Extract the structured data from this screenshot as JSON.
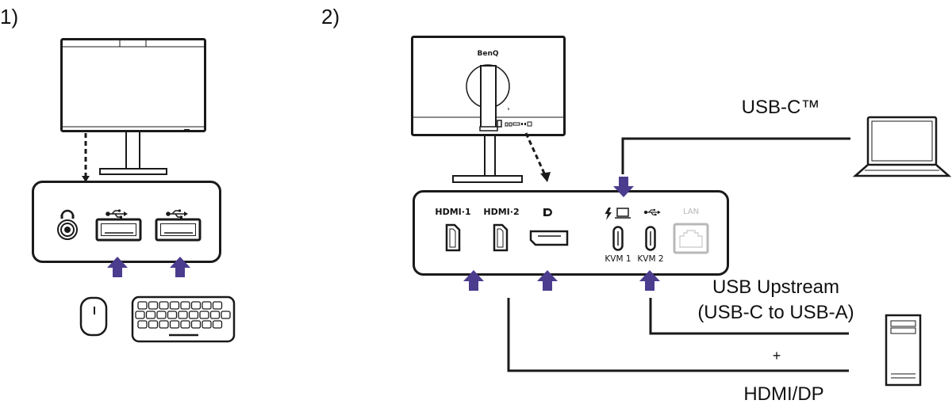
{
  "panels": [
    {
      "label": "1)",
      "ports": [
        {
          "name": "headphone",
          "icon": "headphone-icon"
        },
        {
          "name": "usb-a-1",
          "icon": "usb-icon"
        },
        {
          "name": "usb-a-2",
          "icon": "usb-icon"
        }
      ],
      "devices": [
        "mouse",
        "keyboard"
      ]
    },
    {
      "label": "2)",
      "monitor_brand": "BenQ",
      "ports": [
        {
          "name": "hdmi-1",
          "label": "HDMI·1"
        },
        {
          "name": "hdmi-2",
          "label": "HDMI·2"
        },
        {
          "name": "displayport",
          "label": "D"
        },
        {
          "name": "usb-c-kvm1",
          "label": "KVM 1"
        },
        {
          "name": "usb-c-kvm2",
          "label": "KVM 2"
        },
        {
          "name": "lan",
          "label": "LAN"
        }
      ],
      "connections": {
        "usb_c": "USB-C™",
        "usb_upstream_line1": "USB Upstream",
        "usb_upstream_line2": "(USB-C to USB-A)",
        "plus": "+",
        "hdmi_dp": "HDMI/DP"
      },
      "devices": [
        "laptop",
        "desktop-tower"
      ]
    }
  ],
  "colors": {
    "arrow": "#4b3c8e",
    "line": "#1a1a1a",
    "lan": "#b8b8b8"
  }
}
